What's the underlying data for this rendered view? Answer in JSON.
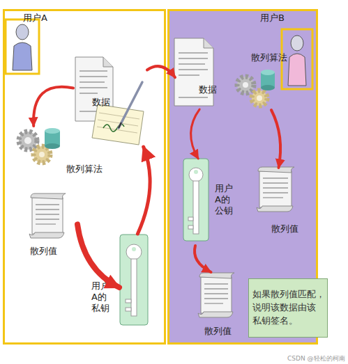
{
  "diagram": {
    "nodes": [
      {
        "text": [
          "用户A"
        ]
      },
      {
        "text": [
          "数据"
        ],
        "in": 0
      },
      {
        "text": [
          "散列算法"
        ],
        "in": 0
      },
      {
        "text": [
          "散列值"
        ],
        "in": 0
      },
      {
        "text": [
          "用户A的私钥"
        ],
        "in": 0
      },
      {
        "text": [
          "用户B"
        ]
      },
      {
        "text": [
          "数据"
        ],
        "in": 5
      },
      {
        "text": [
          "散列算法"
        ],
        "in": 5
      },
      {
        "text": [
          "散列值"
        ],
        "in": 5
      },
      {
        "text": [
          "用户A的公钥"
        ],
        "in": 5
      },
      {
        "text": [
          "散列值"
        ],
        "in": 5
      },
      {
        "text": [
          "如果散列值匹配， 说明该数据由该 私钥签名。"
        ],
        "in": 5
      }
    ],
    "edges": [
      {
        "from": 1,
        "to": 2,
        "arrow": "to"
      },
      {
        "from": 3,
        "to": 4,
        "arrow": "to"
      },
      {
        "from": 4,
        "to": 1,
        "arrow": "to"
      },
      {
        "from": 1,
        "to": 6,
        "arrow": "to"
      },
      {
        "from": 7,
        "to": 8,
        "arrow": "to"
      },
      {
        "from": 6,
        "to": 9,
        "arrow": "to"
      },
      {
        "from": 9,
        "to": 10,
        "arrow": "to"
      }
    ],
    "labels": [
      "CSDN @轻松的柯南"
    ]
  }
}
